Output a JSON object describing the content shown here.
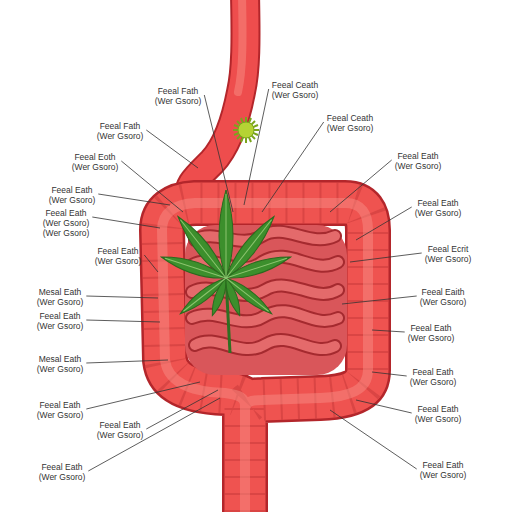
{
  "diagram": {
    "labels": [
      "Feeal Fath",
      "(Wer Gsoro)",
      "Feeal Fath",
      "(Wer Gsoro)",
      "Feeal Eoth",
      "(Wer Gsoro)",
      "Feeal Eath",
      "(Wer Gsoro)",
      "Feeal Eath",
      "(Wer Gsoro)",
      "(Wer Gsoro)",
      "Feeal Eath",
      "(Wer Gsoro)",
      "Mesal Eath",
      "(Wer Gsoro)",
      "Feeal Eath",
      "(Wer Gsoro)",
      "Mesal Eath",
      "(Wer Gsoro)",
      "Feeal Eath",
      "(Wer Gsoro)",
      "Feeal Eath",
      "(Wer Gsoro)",
      "Feeal Eath",
      "(Wer Gsoro)",
      "Feeal Ceath",
      "(Wer Gsoro)",
      "Feeal Ceath",
      "(Wer Gsoro)",
      "Feeal Eath",
      "(Wer Gsoro)",
      "Feeal Eath",
      "(Wer Gsoro)",
      "Feeal Ecrit",
      "(Wer Gsoro)",
      "Feeal Eaith",
      "(Wer Gsoro)",
      "Feeal Eath",
      "(Wer Gsoro)",
      "Feeal Eath",
      "(Wer Gsoro)",
      "Feeal Eath",
      "(Wer Gsoro)",
      "Feeal Eath",
      "(Wer Gsoro)"
    ]
  }
}
